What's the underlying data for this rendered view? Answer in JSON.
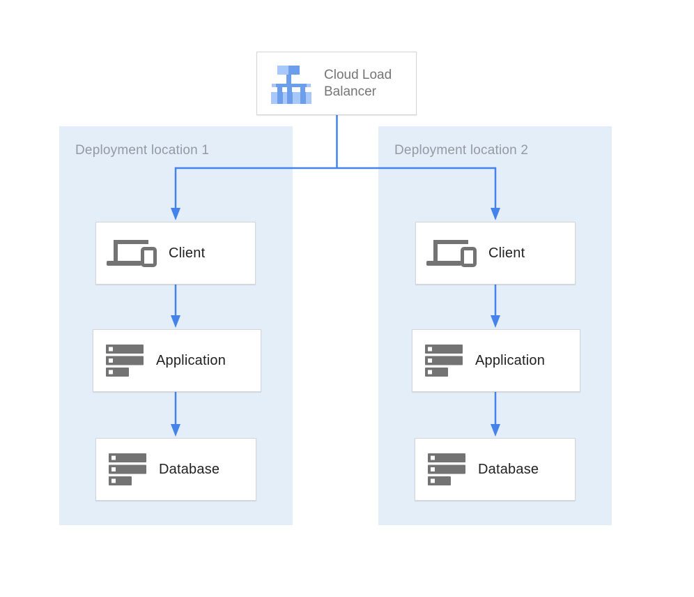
{
  "diagram": {
    "load_balancer": {
      "label": "Cloud Load Balancer"
    },
    "locations": [
      {
        "title": "Deployment location 1",
        "nodes": [
          {
            "label": "Client"
          },
          {
            "label": "Application"
          },
          {
            "label": "Database"
          }
        ]
      },
      {
        "title": "Deployment location 2",
        "nodes": [
          {
            "label": "Client"
          },
          {
            "label": "Application"
          },
          {
            "label": "Database"
          }
        ]
      }
    ],
    "icons": {
      "load_balancer": "load-balancer-icon",
      "client": "client-devices-icon",
      "application": "server-stack-icon",
      "database": "server-stack-icon"
    },
    "colors": {
      "panel_background": "#E4EEF8",
      "connector": "#4583EA",
      "icon_gray": "#737373",
      "node_text": "#212121",
      "load_balancer_text": "#757575",
      "panel_title_text": "#939AA1",
      "box_border": "#D3D5D8",
      "lb_icon_blue_medium": "#6D9EEB",
      "lb_icon_blue_light": "#A8C7FA"
    }
  }
}
